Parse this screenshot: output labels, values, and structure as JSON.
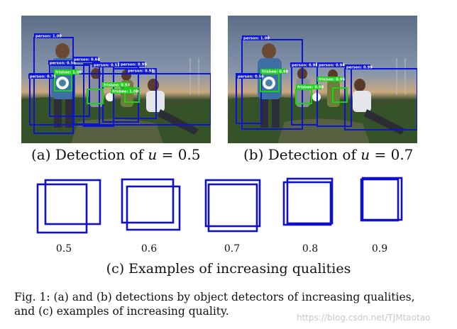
{
  "figure": {
    "subcaption_a": {
      "prefix": "(a) Detection of ",
      "variable": "u",
      "value": " = 0.5"
    },
    "subcaption_b": {
      "prefix": "(b) Detection of ",
      "variable": "u",
      "value": " = 0.7"
    },
    "subcaption_c": "(c) Examples of increasing qualities",
    "iou_values": [
      "0.5",
      "0.6",
      "0.7",
      "0.8",
      "0.9"
    ],
    "caption_line1": "Fig. 1: (a) and (b) detections by object detectors of increasing qualities,",
    "caption_line2": "and (c) examples of increasing quality."
  },
  "detections_a": [
    "person: 1.00",
    "person: 0.56",
    "person: 0.64",
    "person: 0.52",
    "person: 0.99",
    "person: 0.93",
    "person: 0.75",
    "frisbee: 1.00",
    "frisbee: 0.93",
    "frisbee: 1.00"
  ],
  "detections_b": [
    "person: 1.00",
    "person: 0.98",
    "person: 0.94",
    "person: 0.99",
    "person: 0.56",
    "frisbee: 0.98",
    "frisbee: 0.98",
    "frisbee: 0.96"
  ],
  "watermark": "https://blog.csdn.net/TJMtaotao",
  "colors": {
    "box_blue": "#0a14d2",
    "frisbee_green": "#19d219",
    "sky_top": "#5f7392",
    "field": "#2f4a26"
  }
}
